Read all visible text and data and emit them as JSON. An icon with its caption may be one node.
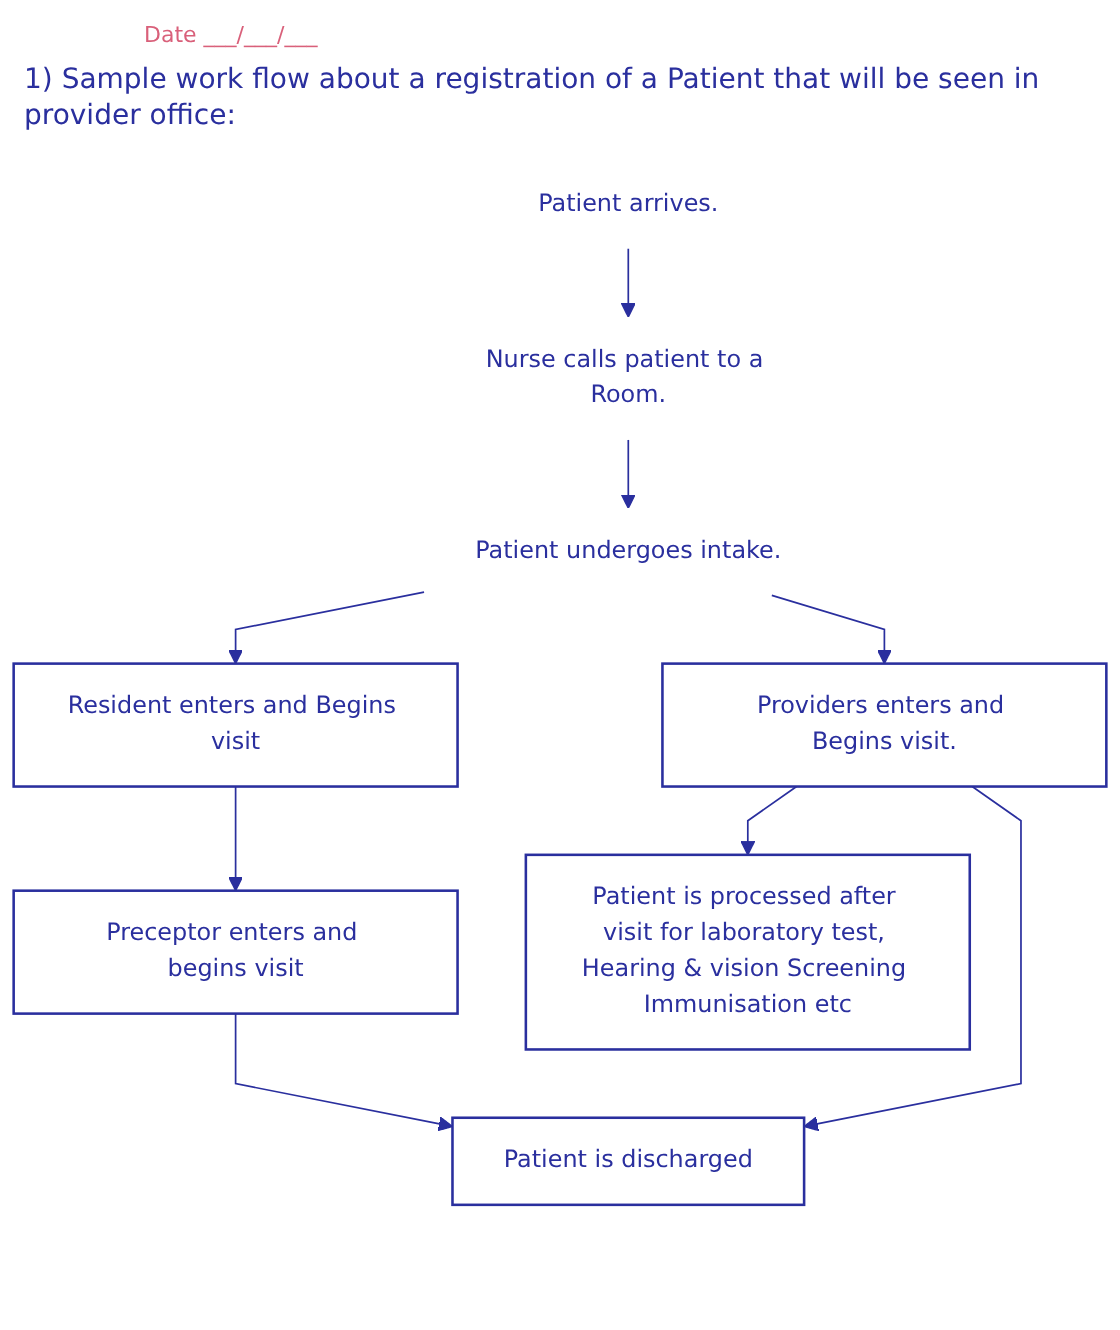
{
  "diagram": {
    "title": "1) Sample work flow about a registration of a Patient that will be seen in provider office:",
    "nodes": [
      {
        "text": [
          "Patient arrives."
        ]
      },
      {
        "text": [
          "Nurse calls patient to a Room."
        ]
      },
      {
        "text": [
          "Patient undergoes intake."
        ]
      },
      {
        "text": [
          "Resident enters and Begins visit"
        ]
      },
      {
        "text": [
          "Providers enters and Begins visit."
        ]
      },
      {
        "text": [
          "Preceptor enters and begins visit"
        ]
      },
      {
        "text": [
          "Patient is processed after visit for laboratory test, Hearing & vision Screening Immunisation etc"
        ]
      },
      {
        "text": [
          "Patient is discharged"
        ]
      }
    ],
    "edges": [
      {
        "from": 0,
        "to": 1,
        "arrow": "to"
      },
      {
        "from": 1,
        "to": 2,
        "arrow": "to"
      },
      {
        "from": 2,
        "to": 3,
        "arrow": "to"
      },
      {
        "from": 2,
        "to": 4,
        "arrow": "to"
      },
      {
        "from": 3,
        "to": 5,
        "arrow": "to"
      },
      {
        "from": 4,
        "to": 6,
        "arrow": "to"
      },
      {
        "from": 5,
        "to": 7,
        "arrow": "to"
      },
      {
        "from": 4,
        "to": 7,
        "arrow": "to"
      }
    ],
    "labels": [
      "Date ___/___/___"
    ]
  }
}
